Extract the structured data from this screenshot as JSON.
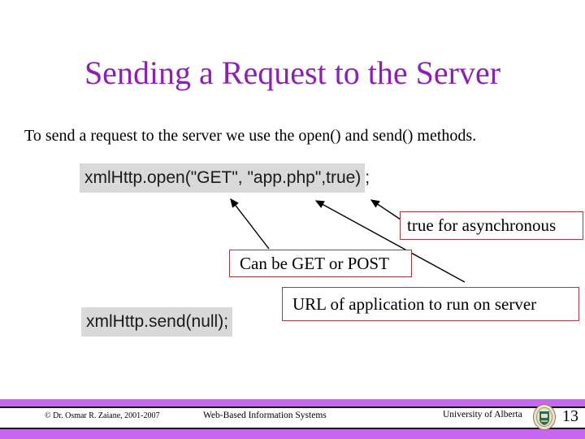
{
  "slide": {
    "title": "Sending a Request to the Server",
    "body": "To send a request to the server we use the open() and send() methods.",
    "code_open": {
      "highlight": "xmlHttp.open(\"GET\", \"app.php\",true)",
      "tail": ";"
    },
    "code_send": "xmlHttp.send(null);",
    "callouts": {
      "async": "true for asynchronous",
      "method": "Can be GET or POST",
      "url": "URL of application to run on server"
    },
    "arrows": [
      {
        "name": "arrow-to-get",
        "points_to": "GET"
      },
      {
        "name": "arrow-to-app-php",
        "points_to": "app.php"
      },
      {
        "name": "arrow-to-true",
        "points_to": "true"
      }
    ]
  },
  "footer": {
    "copyright": "© Dr. Osmar R. Zaiane, 2001-2007",
    "course": "Web-Based Information Systems",
    "institution": "University  of Alberta",
    "page_number": "13",
    "logo_icon": "university-crest"
  },
  "colors": {
    "title": "#8d20b4",
    "footer_bar": "#c767f2",
    "callout_border": "#a93939",
    "code_highlight": "#d9d9d9"
  }
}
